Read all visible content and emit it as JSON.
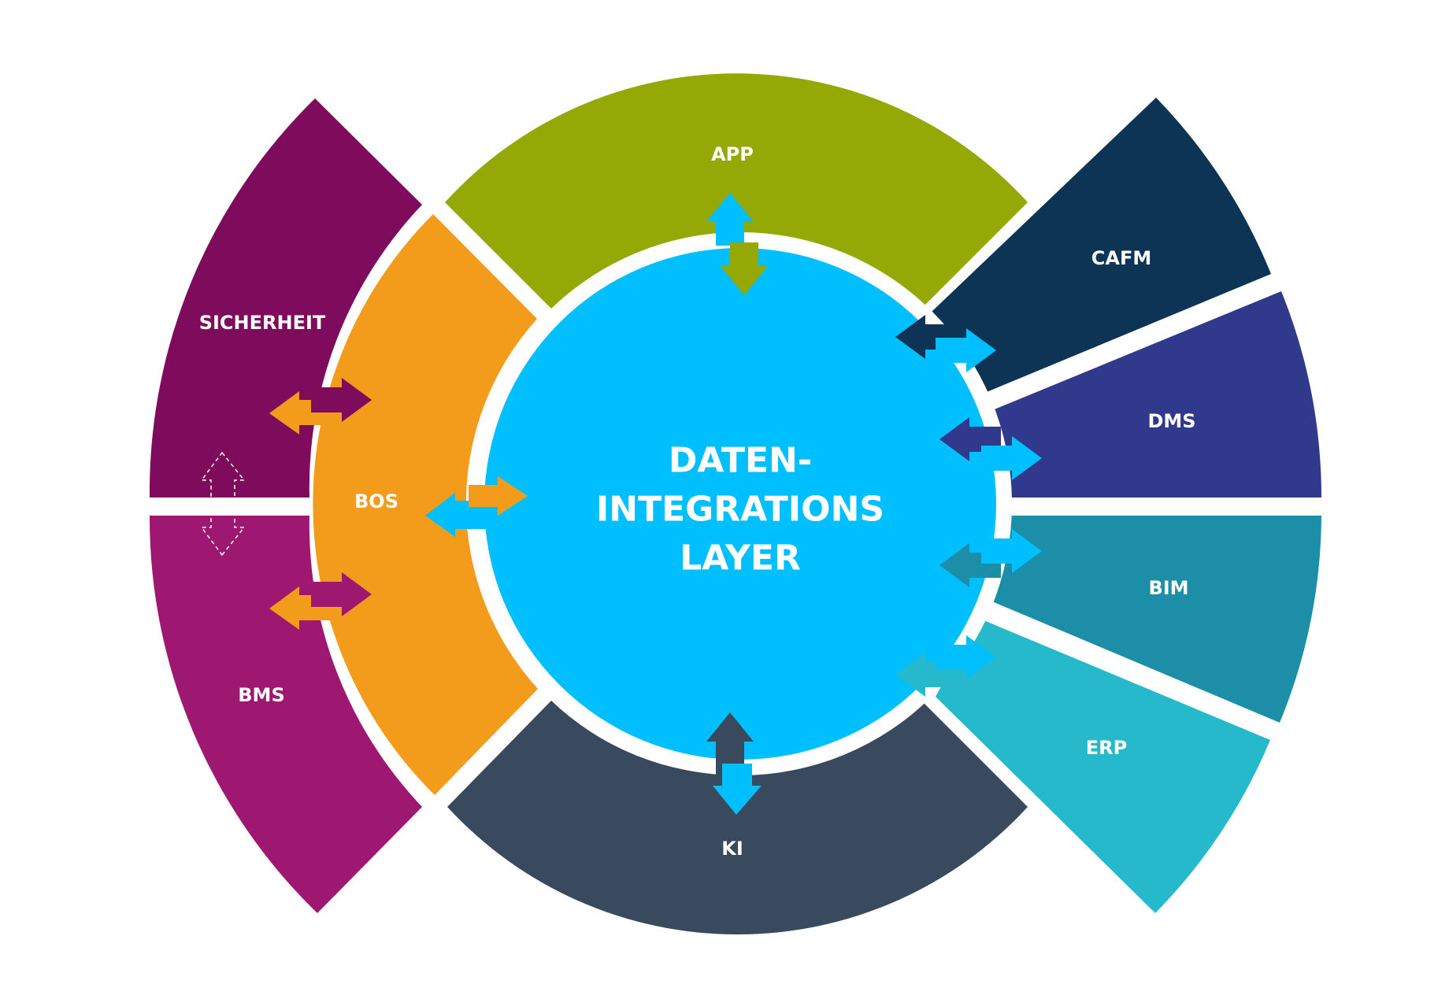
{
  "center": {
    "line1": "DATEN-",
    "line2": "INTEGRATIONS",
    "line3": "LAYER",
    "color": "#00BFFF"
  },
  "segments": {
    "app": {
      "label": "APP",
      "color": "#94A806"
    },
    "ki": {
      "label": "KI",
      "color": "#3A4A5E"
    },
    "bos": {
      "label": "BOS",
      "color": "#F39C1C"
    },
    "sicherheit": {
      "label": "SICHERHEIT",
      "color": "#7E0B5C"
    },
    "bms": {
      "label": "BMS",
      "color": "#9E1872"
    },
    "cafm": {
      "label": "CAFM",
      "color": "#0D3454"
    },
    "dms": {
      "label": "DMS",
      "color": "#30398C"
    },
    "bim": {
      "label": "BIM",
      "color": "#1C8EA8"
    },
    "erp": {
      "label": "ERP",
      "color": "#26B9CB"
    }
  },
  "arrow_color": "#00BFFF",
  "icons": {
    "arrow": "double-headed-arrow-icon",
    "dashed_arrow": "dashed-double-arrow-icon"
  }
}
